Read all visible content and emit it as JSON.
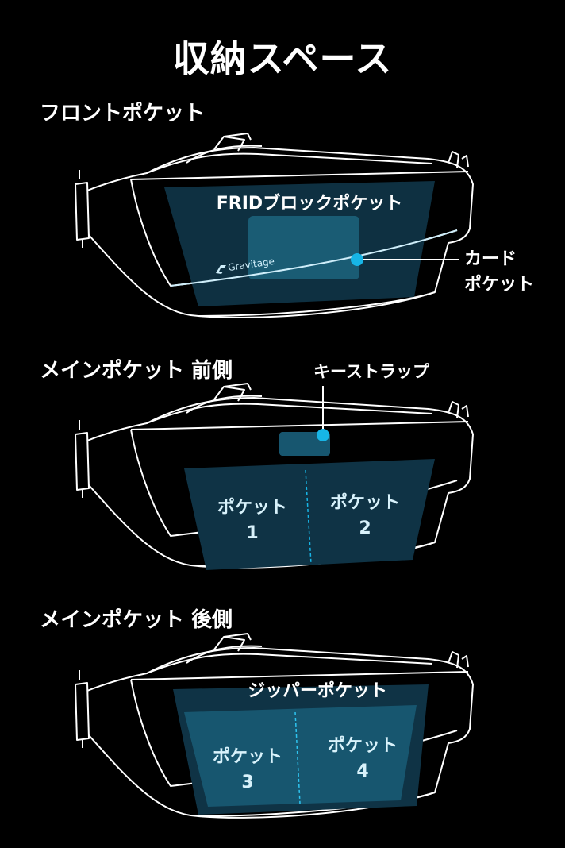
{
  "title": "収納スペース",
  "sections": [
    {
      "heading": "フロントポケット",
      "panel_label": "FRIDブロックポケット",
      "brand": "Gravitage",
      "callout": [
        "カード",
        "ポケット"
      ]
    },
    {
      "heading": "メインポケット 前側",
      "callout": "キーストラップ",
      "pockets": [
        {
          "label": "ポケット",
          "num": "1"
        },
        {
          "label": "ポケット",
          "num": "2"
        }
      ]
    },
    {
      "heading": "メインポケット 後側",
      "panel_label": "ジッパーポケット",
      "pockets": [
        {
          "label": "ポケット",
          "num": "3"
        },
        {
          "label": "ポケット",
          "num": "4"
        }
      ]
    }
  ],
  "colors": {
    "accent": "#17b5e6",
    "panel_dark": "#0f3345",
    "panel_light": "#17566f"
  }
}
